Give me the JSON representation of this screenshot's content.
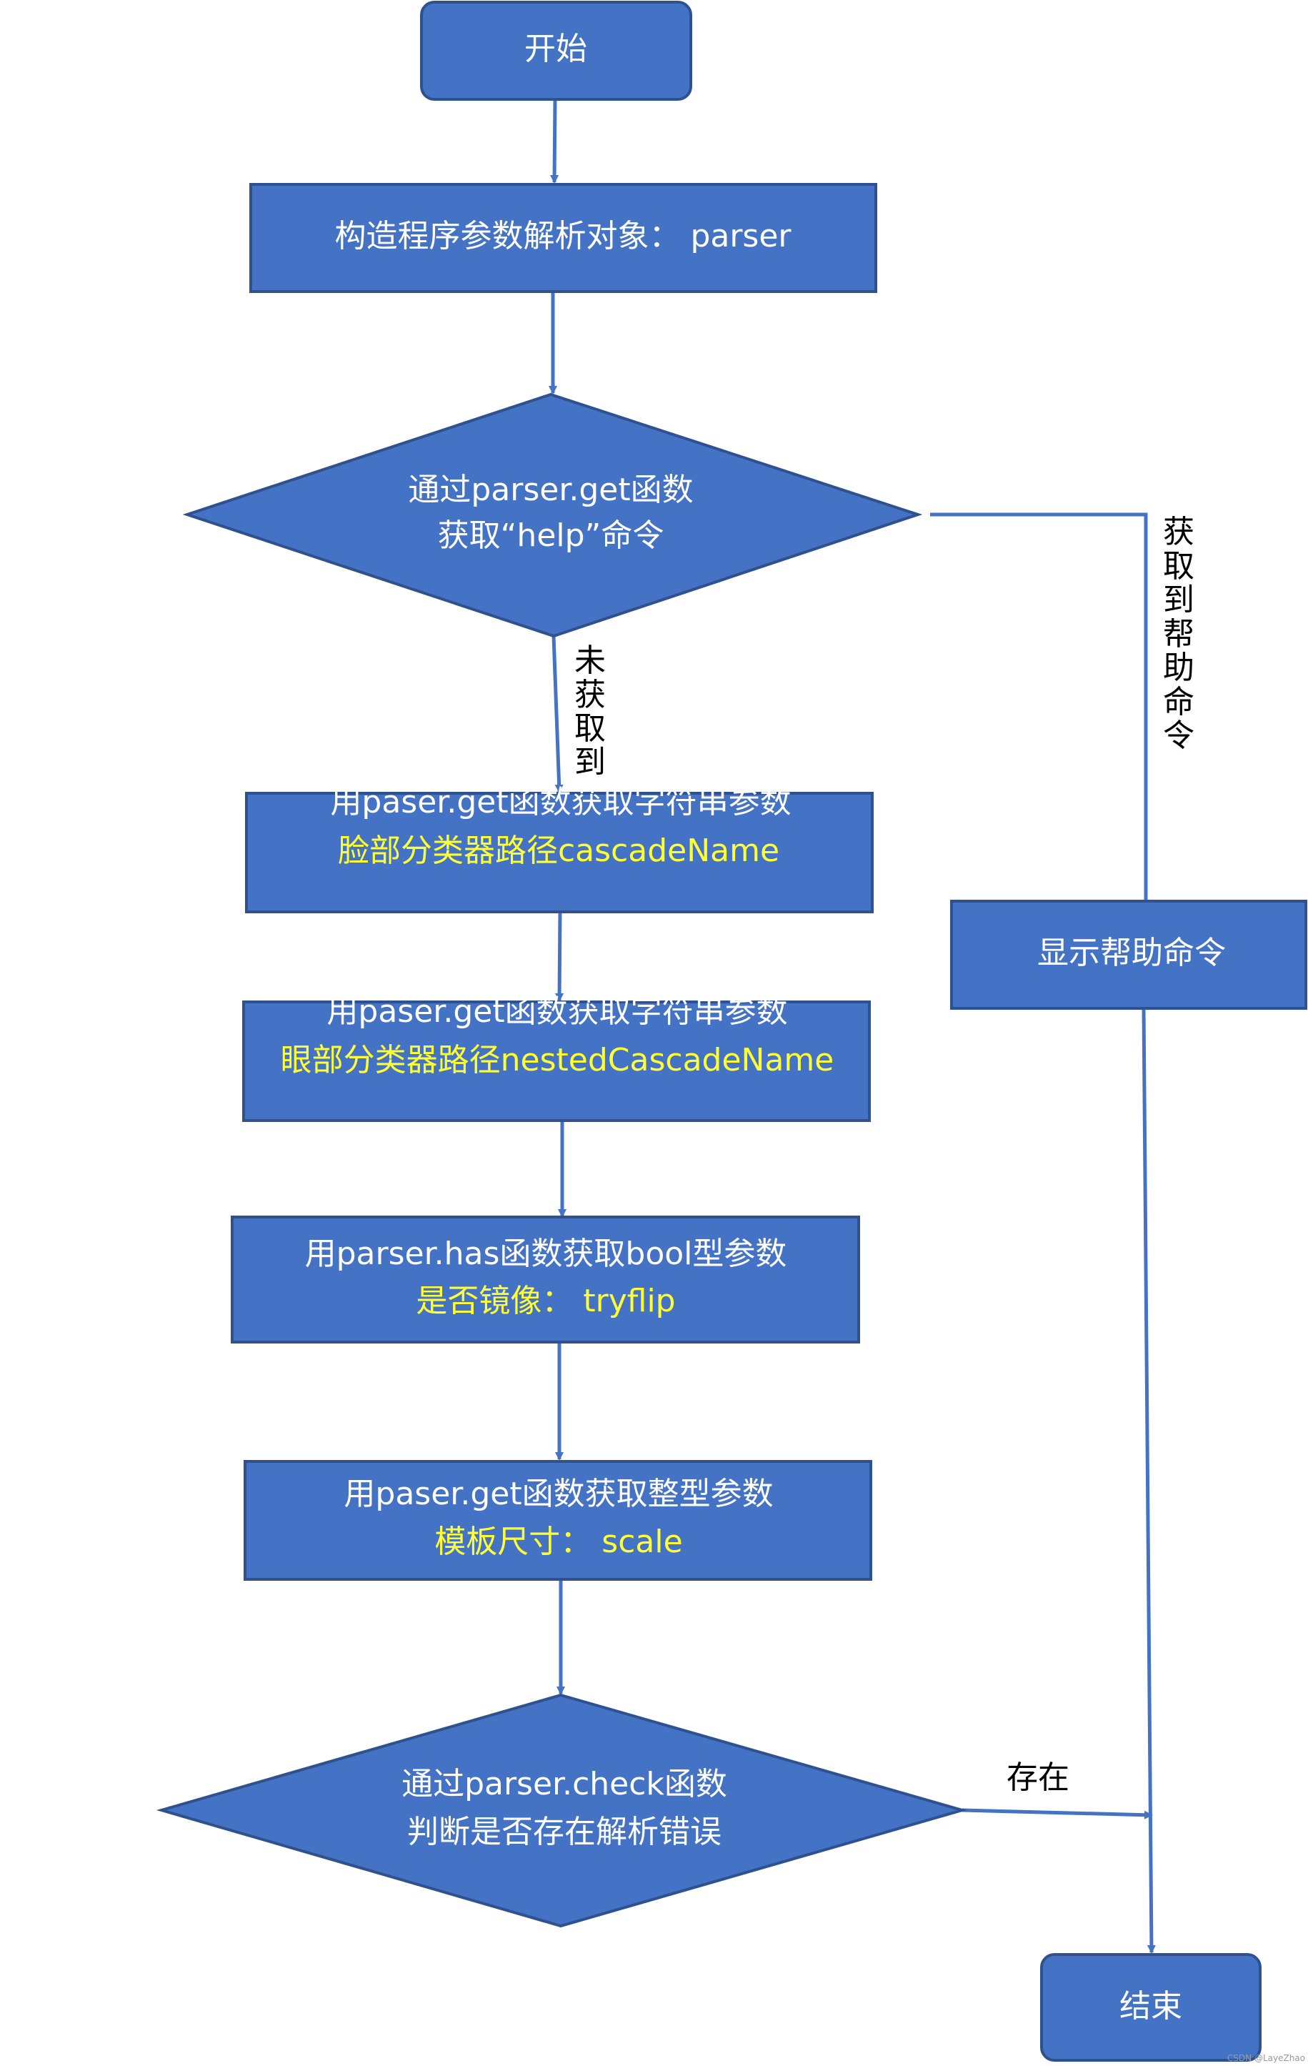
{
  "colors": {
    "node_fill": "#4472c4",
    "node_stroke": "#2f528f",
    "edge": "#4472c4",
    "text": "#ffffff",
    "highlight": "#ffff33"
  },
  "nodes": {
    "start": {
      "label": "开始"
    },
    "construct_parser": {
      "label": "构造程序参数解析对象：  parser"
    },
    "check_help": {
      "line1": "通过parser.get函数",
      "line2": "获取“help”命令"
    },
    "get_cascade": {
      "line1": "用paser.get函数获取字符串参数",
      "line2": "脸部分类器路径cascadeName"
    },
    "get_nested": {
      "line1": "用paser.get函数获取字符串参数",
      "line2": "眼部分类器路径nestedCascadeName"
    },
    "get_tryflip": {
      "line1": "用parser.has函数获取bool型参数",
      "line2": "是否镜像：  tryflip"
    },
    "get_scale": {
      "line1": "用paser.get函数获取整型参数",
      "line2": "模板尺寸：  scale"
    },
    "check_error": {
      "line1": "通过parser.check函数",
      "line2": "判断是否存在解析错误"
    },
    "show_help": {
      "label": "显示帮助命令"
    },
    "end": {
      "label": "结束"
    }
  },
  "edge_labels": {
    "not_found": [
      "未",
      "获",
      "取",
      "到"
    ],
    "found_help": [
      "获",
      "取",
      "到",
      "帮",
      "助",
      "命",
      "令"
    ],
    "exists": "存在"
  },
  "watermark": "CSDN @LayeZhao"
}
